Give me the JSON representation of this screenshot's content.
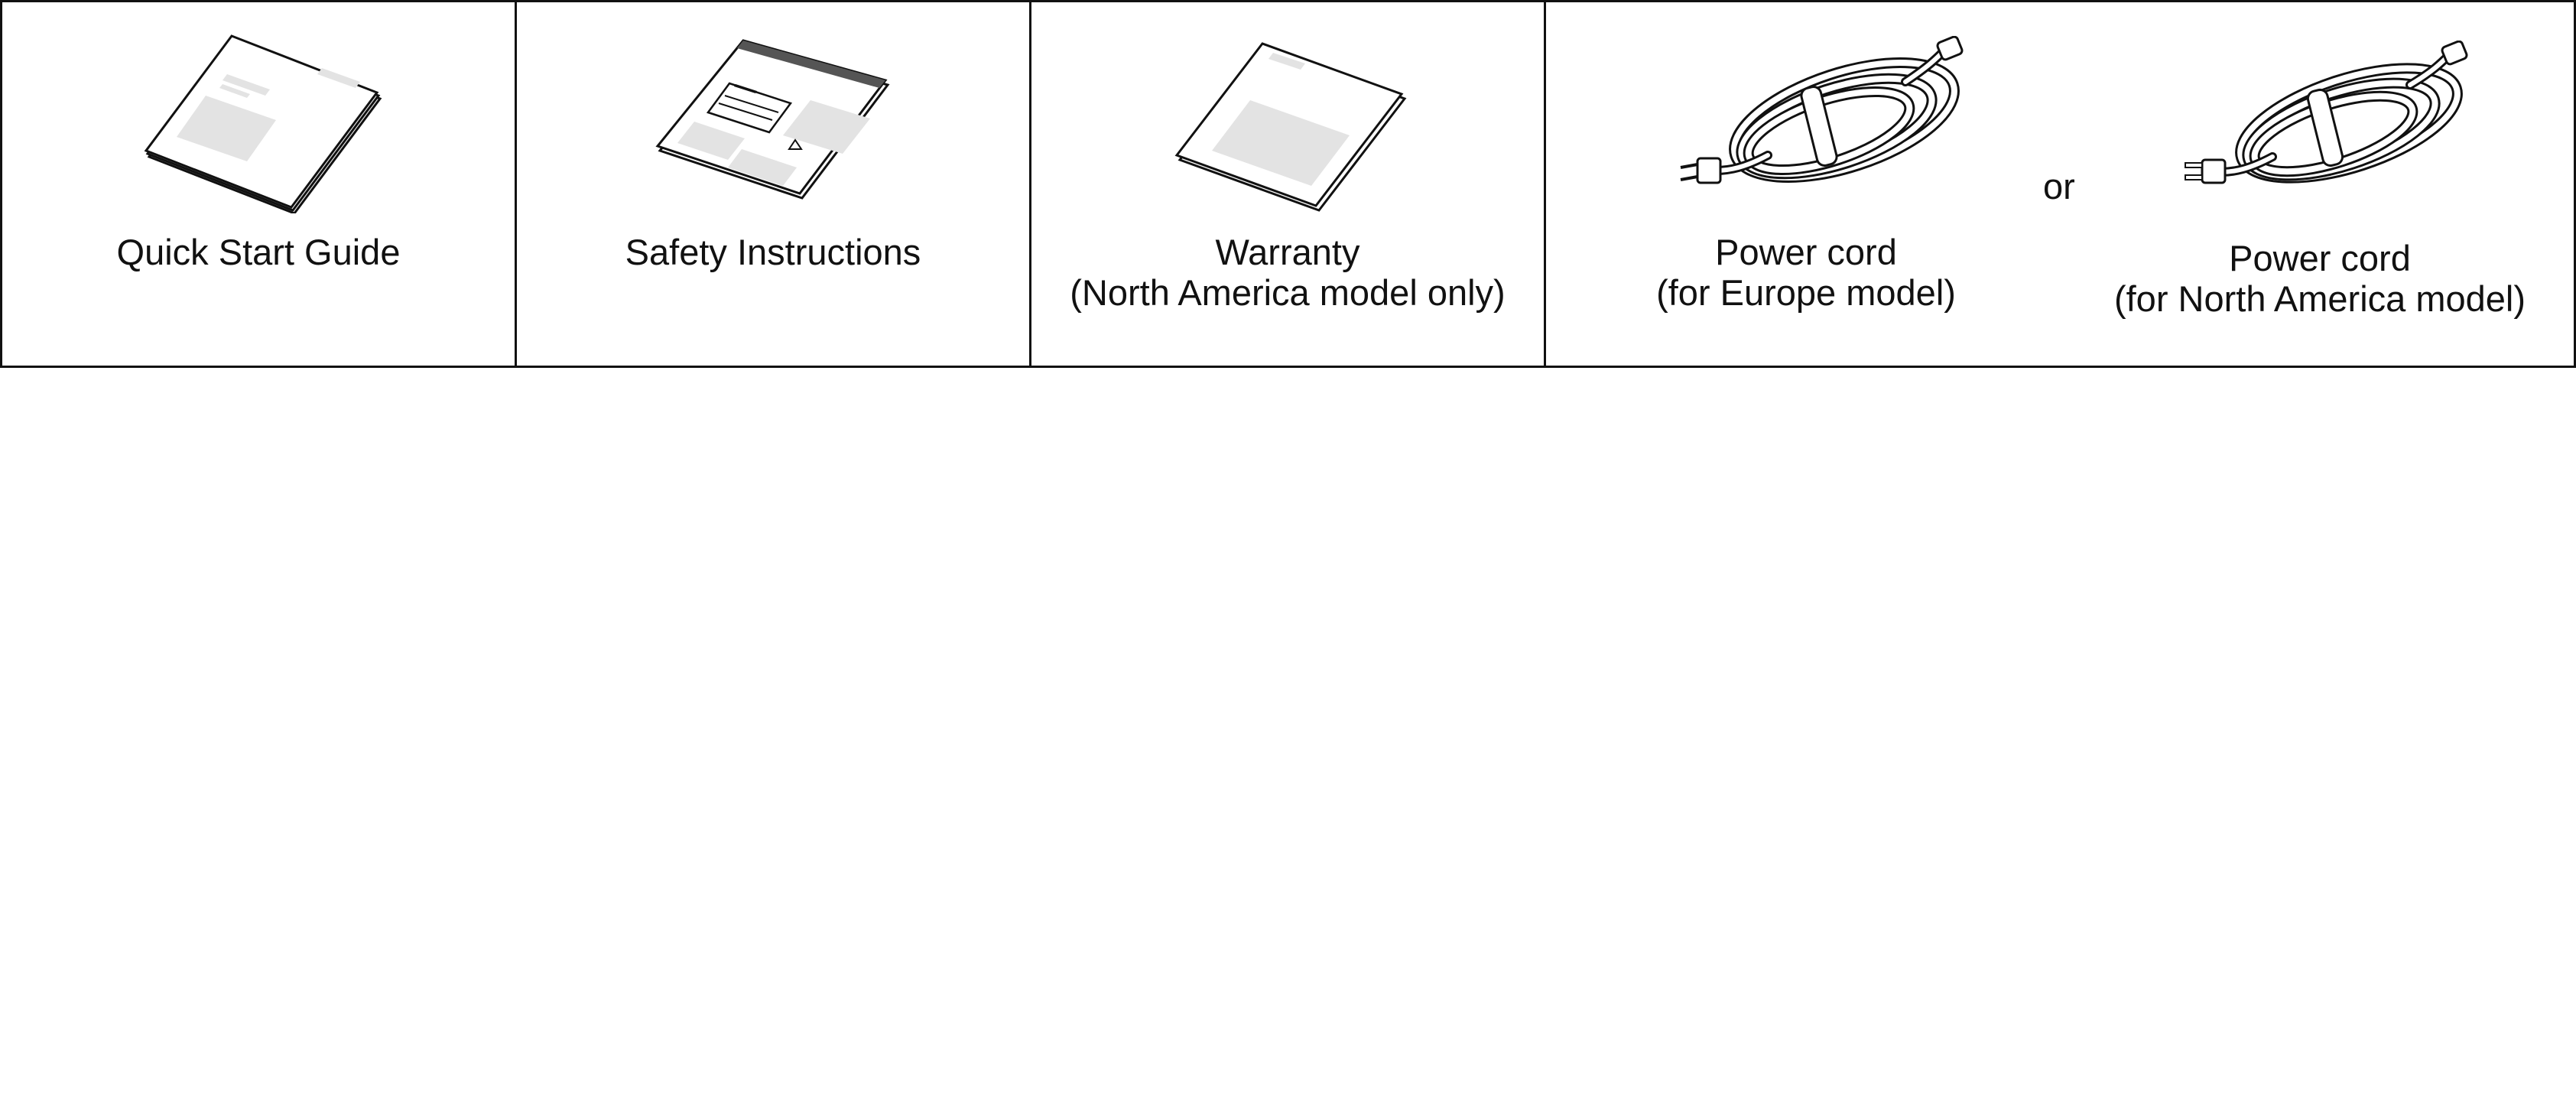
{
  "items": [
    {
      "caption_lines": [
        "Quick Start Guide"
      ],
      "icon": "booklet-icon"
    },
    {
      "caption_lines": [
        "Safety Instructions"
      ],
      "icon": "safety-sheet-icon"
    },
    {
      "caption_lines": [
        "Warranty",
        "(North America model only)"
      ],
      "icon": "warranty-sheet-icon"
    },
    {
      "caption_lines": [
        "Power cord",
        "(for Europe model)"
      ],
      "icon": "power-cord-icon"
    },
    {
      "caption_lines": [
        "Power cord",
        "(for North America model)"
      ],
      "icon": "power-cord-icon"
    }
  ],
  "separator_text": "or",
  "colors": {
    "line": "#111111",
    "placeholder_fill": "#e3e3e3",
    "band_fill": "#555555"
  }
}
